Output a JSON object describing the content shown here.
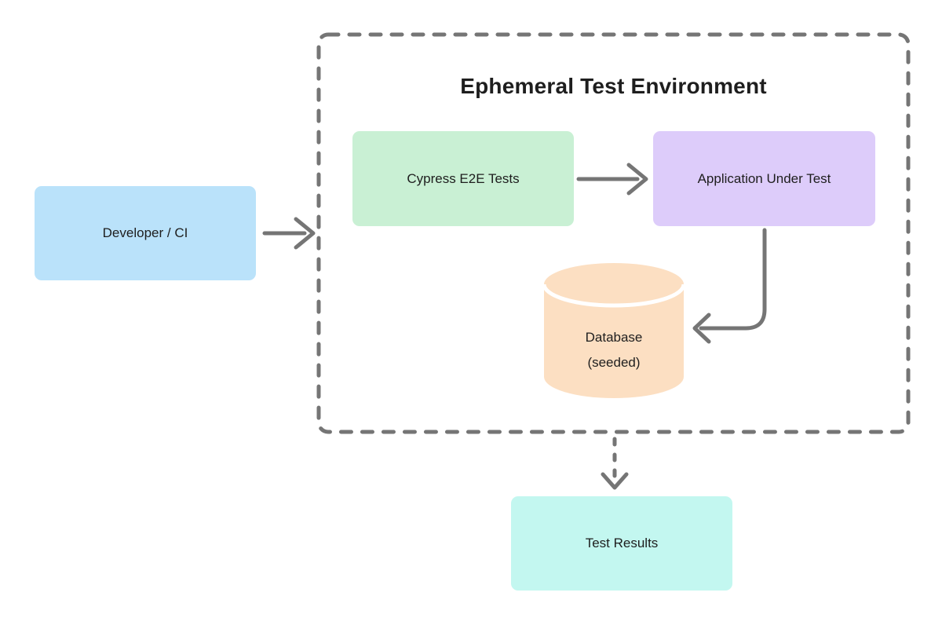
{
  "diagram": {
    "environment": {
      "title": "Ephemeral Test Environment"
    },
    "nodes": {
      "developer": {
        "label": "Developer / CI",
        "shape": "rounded-rect",
        "color": "#BAE2FA"
      },
      "cypress": {
        "label": "Cypress E2E Tests",
        "shape": "rounded-rect",
        "color": "#C9F0D4"
      },
      "application": {
        "label": "Application Under Test",
        "shape": "rounded-rect",
        "color": "#DDCCFA"
      },
      "database": {
        "label": "Database",
        "sublabel": "(seeded)",
        "shape": "cylinder",
        "color": "#FCDFC2"
      },
      "results": {
        "label": "Test Results",
        "shape": "rounded-rect",
        "color": "#C3F7F0"
      }
    },
    "edges": [
      {
        "from": "Developer / CI",
        "to": "Ephemeral Test Environment",
        "style": "solid-arrow"
      },
      {
        "from": "Cypress E2E Tests",
        "to": "Application Under Test",
        "style": "solid-arrow"
      },
      {
        "from": "Application Under Test",
        "to": "Database (seeded)",
        "style": "solid-elbow-arrow"
      },
      {
        "from": "Ephemeral Test Environment",
        "to": "Test Results",
        "style": "dashed-arrow"
      }
    ],
    "colors": {
      "connector": "#757575",
      "text": "#1E1E1E",
      "background": "#FFFFFF",
      "environment_border": "#757575",
      "cylinder_divider": "#FFFFFF"
    }
  }
}
